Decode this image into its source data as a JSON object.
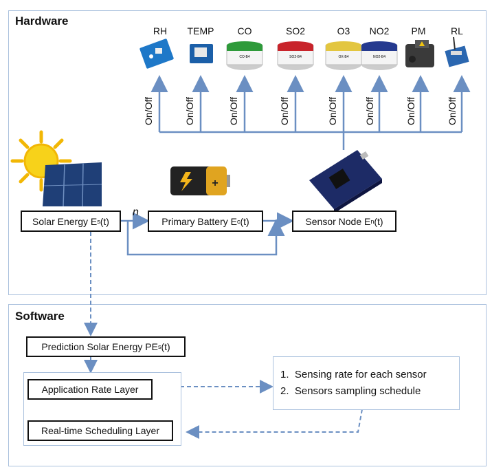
{
  "hardware": {
    "title": "Hardware",
    "sensors": [
      {
        "label": "RH",
        "icon": "humidity-sensor-icon"
      },
      {
        "label": "TEMP",
        "icon": "temperature-sensor-icon"
      },
      {
        "label": "CO",
        "icon": "co-gas-sensor-icon"
      },
      {
        "label": "SO2",
        "icon": "so2-gas-sensor-icon"
      },
      {
        "label": "O3",
        "icon": "ozone-gas-sensor-icon"
      },
      {
        "label": "NO2",
        "icon": "no2-gas-sensor-icon"
      },
      {
        "label": "PM",
        "icon": "particulate-sensor-icon"
      },
      {
        "label": "RL",
        "icon": "radio-link-icon"
      }
    ],
    "onoff_label": "On/Off",
    "solar_main": "Solar Energy E",
    "solar_sub": "s",
    "solar_tail": "(t)",
    "battery_main": "Primary Battery E",
    "battery_sub": "c",
    "battery_tail": "(t)",
    "node_main": "Sensor Node E",
    "node_sub": "n",
    "node_tail": "(t)",
    "n_label": "n"
  },
  "software": {
    "title": "Software",
    "prediction_main": "Prediction Solar Energy PE",
    "prediction_sub": "s",
    "prediction_tail": "(t)",
    "app_layer": "Application Rate Layer",
    "rt_layer": "Real-time Scheduling Layer",
    "outputs": [
      "Sensing rate for each sensor",
      "Sensors sampling schedule"
    ]
  },
  "colors": {
    "arrow": "#6b8fc2",
    "panel_border": "#a9c0dd"
  }
}
